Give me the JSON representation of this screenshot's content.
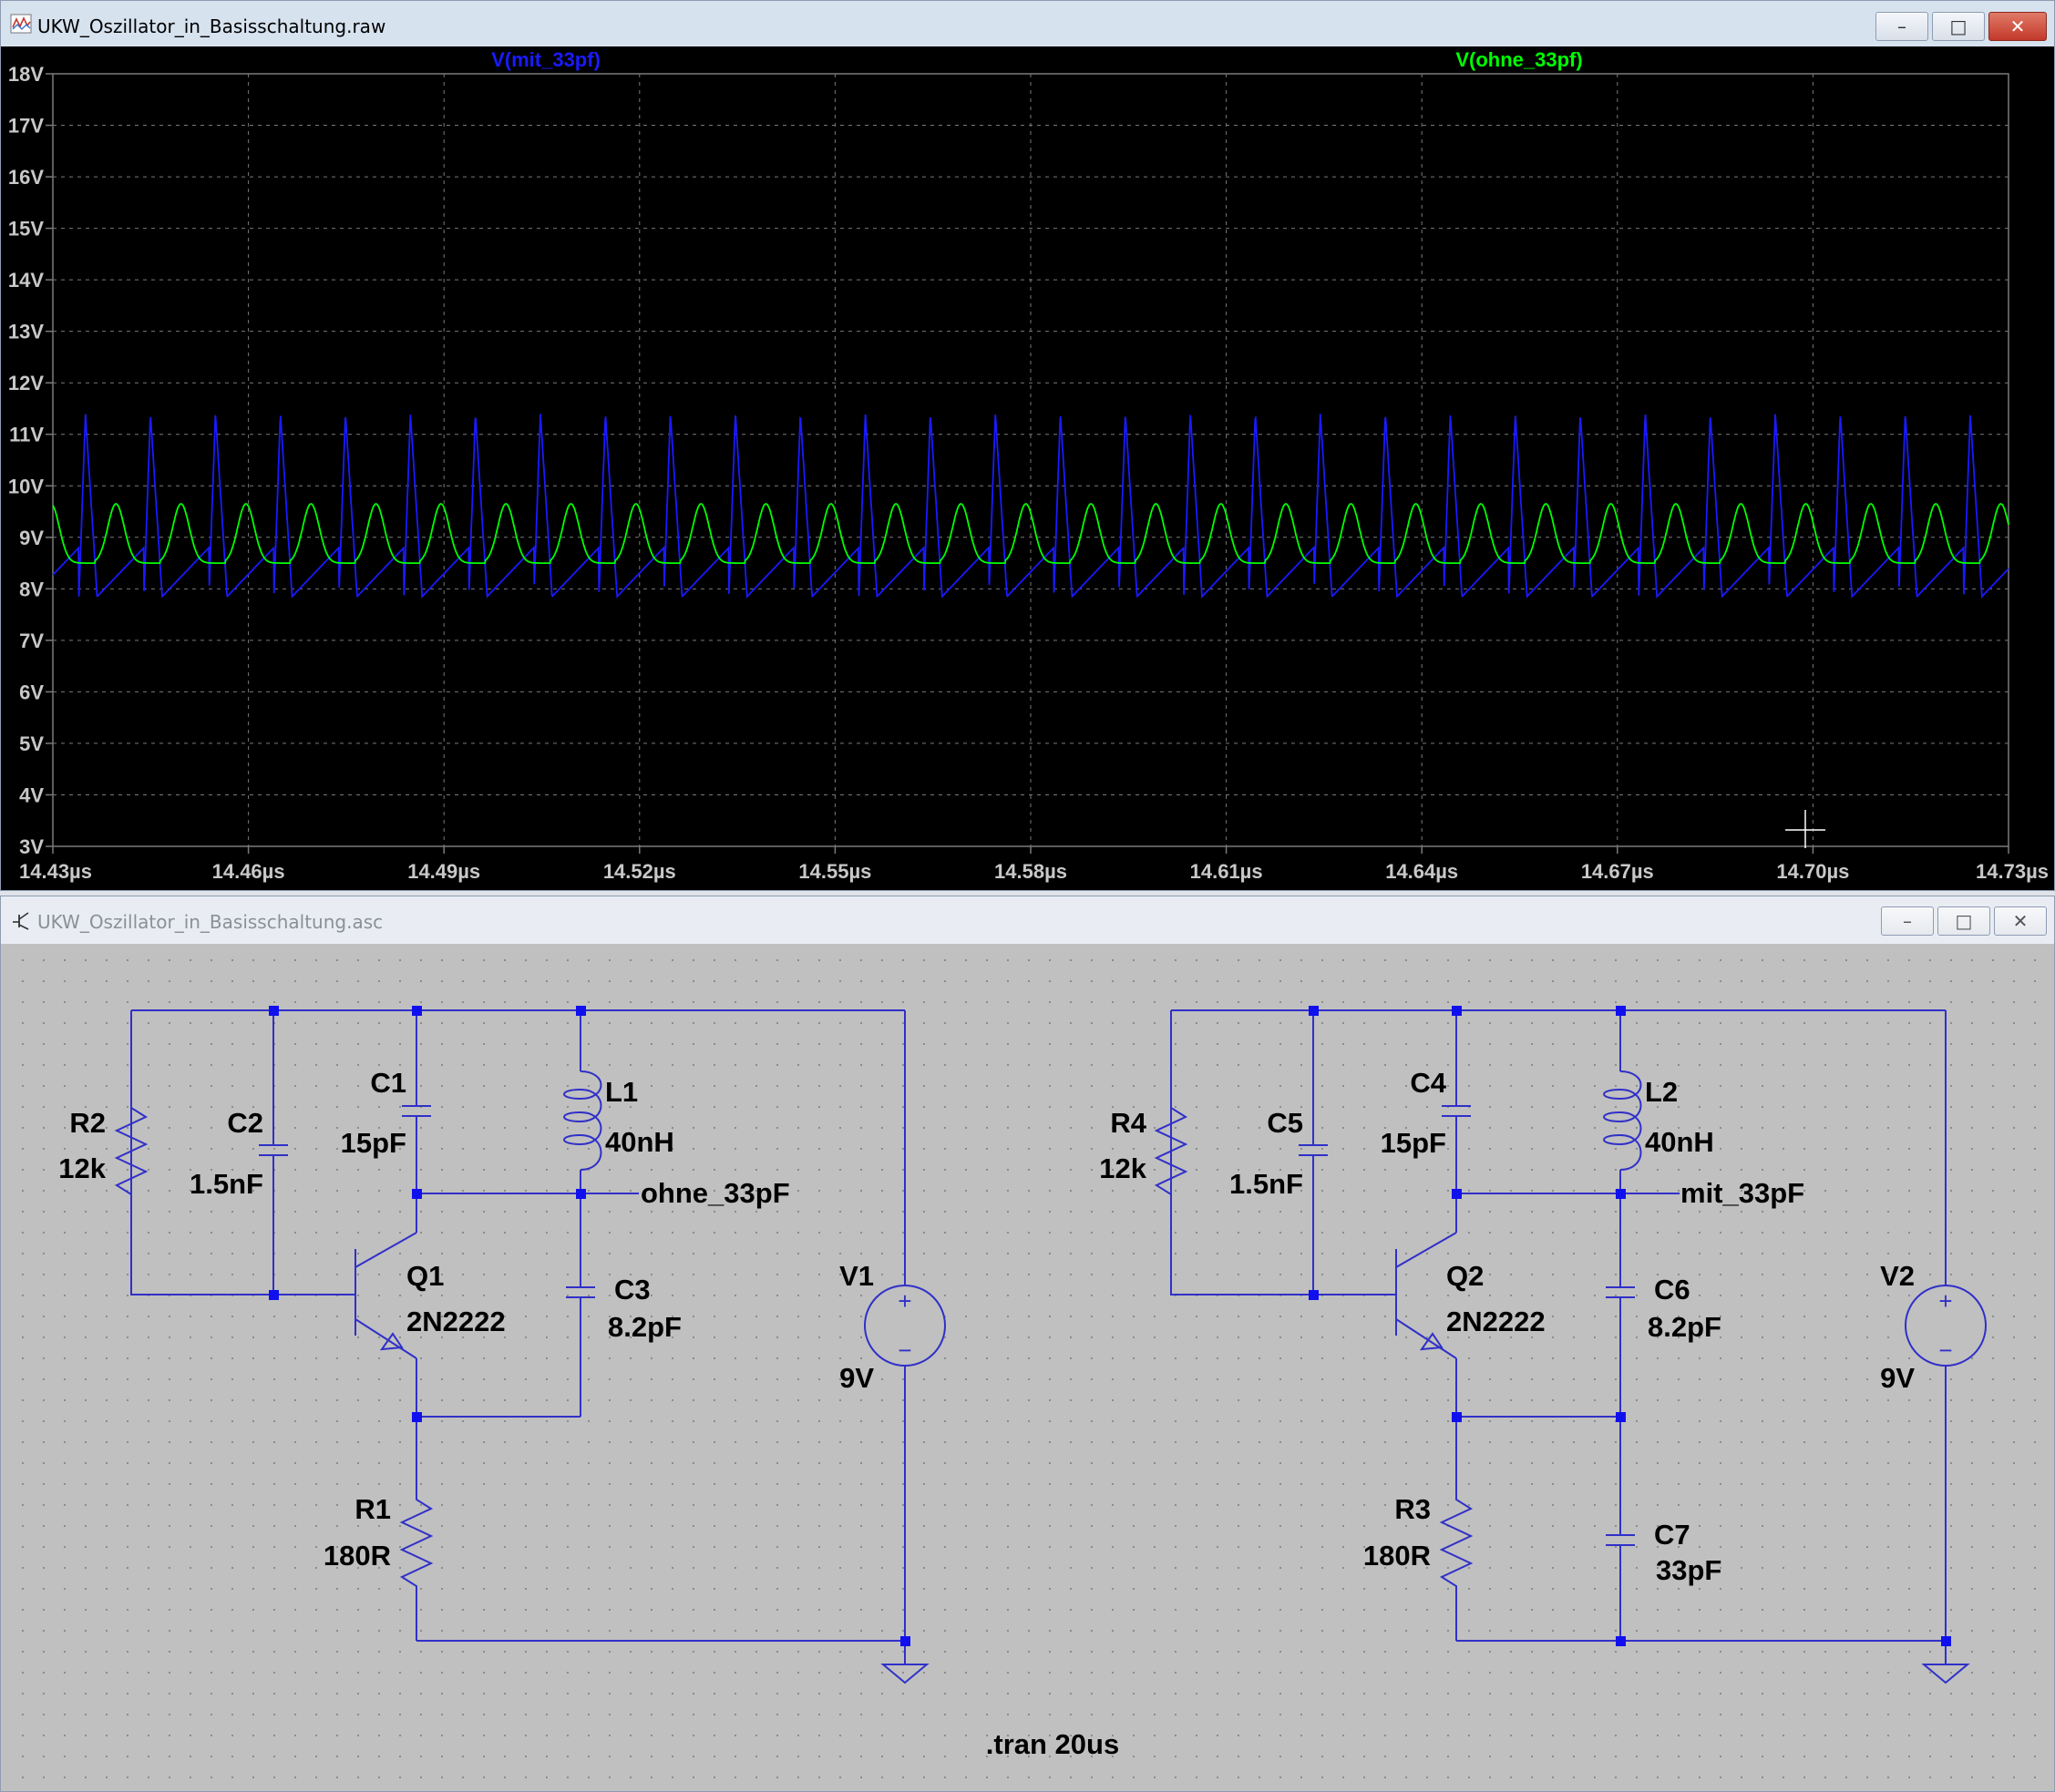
{
  "waveform_window": {
    "title": "UKW_Oszillator_in_Basisschaltung.raw",
    "controls": {
      "minimize": "–",
      "maximize": "□",
      "close": "✕"
    }
  },
  "schematic_window": {
    "title": "UKW_Oszillator_in_Basisschaltung.asc",
    "controls": {
      "minimize": "–",
      "maximize": "□",
      "close": "✕"
    }
  },
  "colors": {
    "plot_bg": "#000000",
    "grid": "#7a7a7a",
    "series_blue": "#1a1aff",
    "series_green": "#00ff00",
    "schematic_bg": "#c0c0c0",
    "wire": "#3030c8",
    "junction": "#1010ee",
    "label": "#000000"
  },
  "chart_data": {
    "type": "line",
    "title": "",
    "xlabel": "",
    "ylabel": "",
    "xlim": [
      14.43,
      14.73
    ],
    "ylim": [
      3,
      18
    ],
    "grid": true,
    "x_ticks": [
      "14.43µs",
      "14.46µs",
      "14.49µs",
      "14.52µs",
      "14.55µs",
      "14.58µs",
      "14.61µs",
      "14.64µs",
      "14.67µs",
      "14.70µs",
      "14.73µs"
    ],
    "y_ticks": [
      "3V",
      "4V",
      "5V",
      "6V",
      "7V",
      "8V",
      "9V",
      "10V",
      "11V",
      "12V",
      "13V",
      "14V",
      "15V",
      "16V",
      "17V",
      "18V"
    ],
    "series": [
      {
        "name": "V(mit_33pf)",
        "color": "#1a1aff",
        "period_us": 0.00997,
        "phase_us": 14.434,
        "min_v": 7.85,
        "peak_v": 11.4,
        "shape": "sharp-peak-with-ramp"
      },
      {
        "name": "V(ohne_33pf)",
        "color": "#00ff00",
        "period_us": 0.00997,
        "phase_us": 14.4365,
        "min_v": 8.5,
        "peak_v": 9.65,
        "shape": "rounded"
      }
    ]
  },
  "schematic": {
    "left": {
      "R2": {
        "name": "R2",
        "value": "12k"
      },
      "C2": {
        "name": "C2",
        "value": "1.5nF"
      },
      "C1": {
        "name": "C1",
        "value": "15pF"
      },
      "L1": {
        "name": "L1",
        "value": "40nH"
      },
      "Q1": {
        "name": "Q1",
        "value": "2N2222"
      },
      "C3": {
        "name": "C3",
        "value": "8.2pF"
      },
      "R1": {
        "name": "R1",
        "value": "180R"
      },
      "V1": {
        "name": "V1",
        "value": "9V"
      },
      "net": "ohne_33pF"
    },
    "right": {
      "R4": {
        "name": "R4",
        "value": "12k"
      },
      "C5": {
        "name": "C5",
        "value": "1.5nF"
      },
      "C4": {
        "name": "C4",
        "value": "15pF"
      },
      "L2": {
        "name": "L2",
        "value": "40nH"
      },
      "Q2": {
        "name": "Q2",
        "value": "2N2222"
      },
      "C6": {
        "name": "C6",
        "value": "8.2pF"
      },
      "C7": {
        "name": "C7",
        "value": "33pF"
      },
      "R3": {
        "name": "R3",
        "value": "180R"
      },
      "V2": {
        "name": "V2",
        "value": "9V"
      },
      "net": "mit_33pF"
    },
    "directive": ".tran 20us",
    "source_plus": "+",
    "source_minus": "−"
  }
}
